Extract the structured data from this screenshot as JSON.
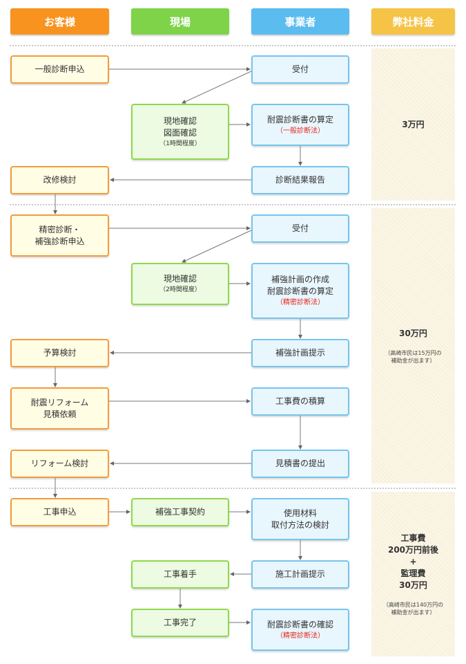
{
  "headers": {
    "customer": "お客様",
    "site": "現場",
    "business": "事業者",
    "fee": "弊社料金"
  },
  "colors": {
    "customer_header": "#f7931e",
    "site_header": "#7ed348",
    "business_header": "#5bbcf0",
    "fee_header": "#f5c346",
    "accent_red": "#e8261b"
  },
  "section1": {
    "apply": "一般診断申込",
    "receipt": "受付",
    "site_check_1": "現地確認",
    "site_check_2": "図面確認",
    "site_check_time": "（1時間程度）",
    "calc": "耐震診断書の算定",
    "calc_method": "（一般診断法）",
    "report": "診断結果報告",
    "review": "改修検討",
    "fee": "3万円"
  },
  "section2": {
    "apply_1": "精密診断・",
    "apply_2": "補強診断申込",
    "receipt": "受付",
    "site_check": "現地確認",
    "site_check_time": "（2時間程度）",
    "plan_1": "補強計画の作成",
    "plan_2": "耐震診断書の算定",
    "plan_method": "（精密診断法）",
    "plan_present": "補強計画提示",
    "budget": "予算検討",
    "reform_1": "耐震リフォーム",
    "reform_2": "見積依頼",
    "estimate": "工事費の積算",
    "quote": "見積書の提出",
    "reform_review": "リフォーム検討",
    "fee": "30万円",
    "fee_note_1": "（高崎市民は15万円の",
    "fee_note_2": "補助金が出ます）"
  },
  "section3": {
    "apply": "工事申込",
    "contract": "補強工事契約",
    "material_1": "使用材料",
    "material_2": "取付方法の検討",
    "construction_plan": "施工計画提示",
    "start": "工事着手",
    "complete": "工事完了",
    "confirm": "耐震診断書の確認",
    "confirm_method": "（精密診断法）",
    "fee_1": "工事費",
    "fee_2": "200万円前後",
    "fee_3": "+",
    "fee_4": "監理費",
    "fee_5": "30万円",
    "fee_note_1": "（高崎市民は140万円の",
    "fee_note_2": "補助金が出ます）"
  }
}
